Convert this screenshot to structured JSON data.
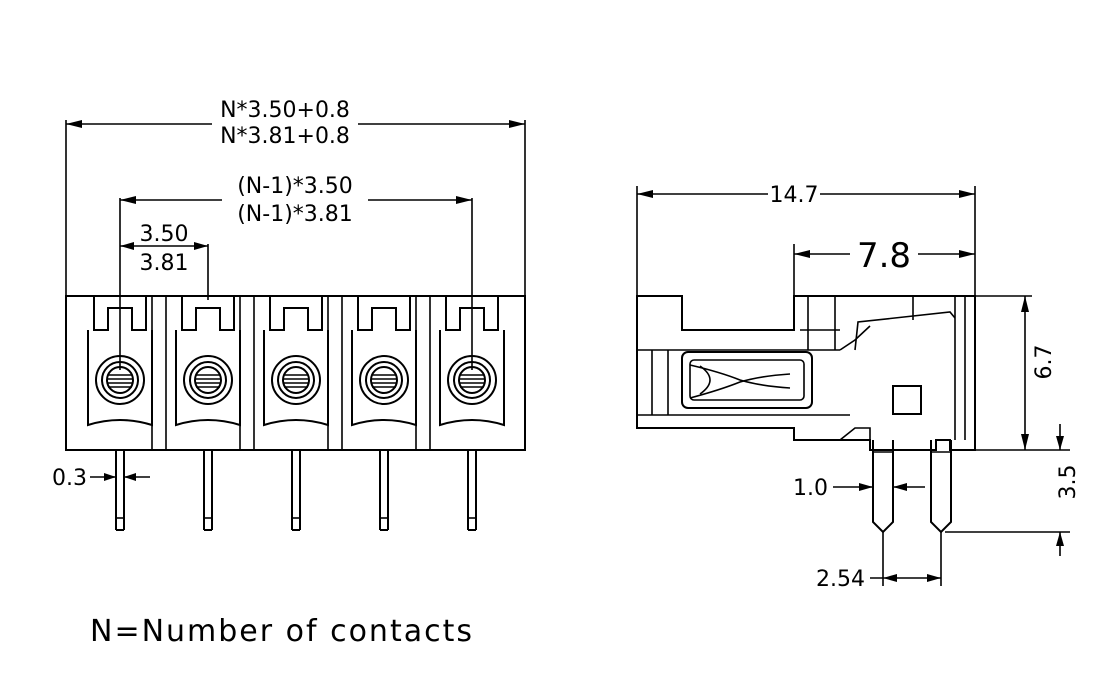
{
  "front_view": {
    "overall_width_line1": "N*3.50+0.8",
    "overall_width_line2": "N*3.81+0.8",
    "span_line1": "(N-1)*3.50",
    "span_line2": "(N-1)*3.81",
    "pitch_line1": "3.50",
    "pitch_line2": "3.81",
    "pin_width": "0.3",
    "contacts": 5
  },
  "side_view": {
    "overall_depth": "14.7",
    "body_depth": "7.8",
    "body_height": "6.7",
    "pin_length": "3.5",
    "pin_thickness": "1.0",
    "pin_pitch": "2.54"
  },
  "legend": "N=Number of contacts"
}
